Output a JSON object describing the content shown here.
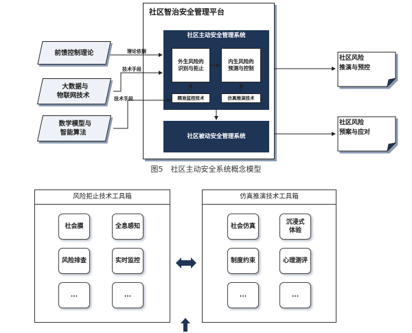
{
  "platform": {
    "title": "社区智治安全管理平台"
  },
  "active_system": {
    "title": "社区主动安全管理系统",
    "external_risk": [
      "外生风险的",
      "识别与拒止"
    ],
    "internal_risk": [
      "内生风险的",
      "预测与控制"
    ],
    "monitor_label": "精准监控技术",
    "sim_label": "仿真推演技术"
  },
  "passive_system": {
    "title": "社区被动安全管理系统"
  },
  "inputs": {
    "theory": "前馈控制理论",
    "bigdata": [
      "大数据与",
      "物联网技术"
    ],
    "math": [
      "数学模型与",
      "智能算法"
    ]
  },
  "arrow_labels": {
    "theory": "理论依据",
    "tech1": "技术手段",
    "tech2": "技术手段"
  },
  "outputs": {
    "warning": [
      "社区风险",
      "推演与预控"
    ],
    "response": [
      "社区风险",
      "预案与应对"
    ]
  },
  "caption": "图5　社区主动安全系统概念模型",
  "toolbox_left": {
    "title": "风险拒止技术工具箱",
    "tools": [
      "社会膜",
      "全息感知",
      "风险排查",
      "实时监控",
      "...",
      "..."
    ]
  },
  "toolbox_right": {
    "title": "仿真推演技术工具箱",
    "tools": [
      "社会仿真",
      [
        "沉浸式",
        "体验"
      ],
      "制度约束",
      "心理测评",
      "...",
      "..."
    ]
  },
  "colors": {
    "navy": "#1f3556",
    "shadow": "#8a9bb3",
    "light_fill": "#eef2f8"
  }
}
